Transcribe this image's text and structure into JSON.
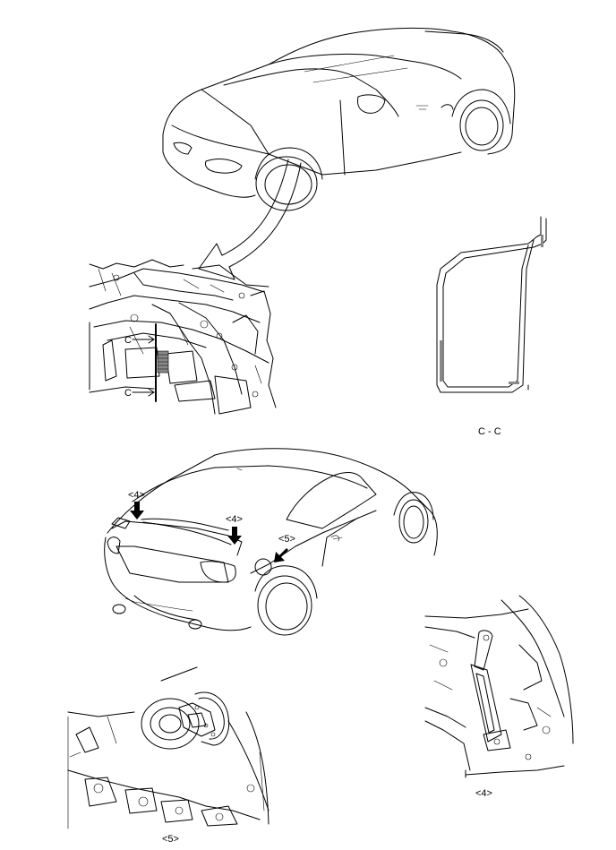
{
  "section_label": "C - C",
  "cut_marker_label": "C",
  "cut_marker_label_2": "C",
  "callout_4_left": "<4>",
  "callout_4_right": "<4>",
  "callout_5": "<5>",
  "caption_detail_4": "<4>",
  "caption_detail_5": "<5>"
}
